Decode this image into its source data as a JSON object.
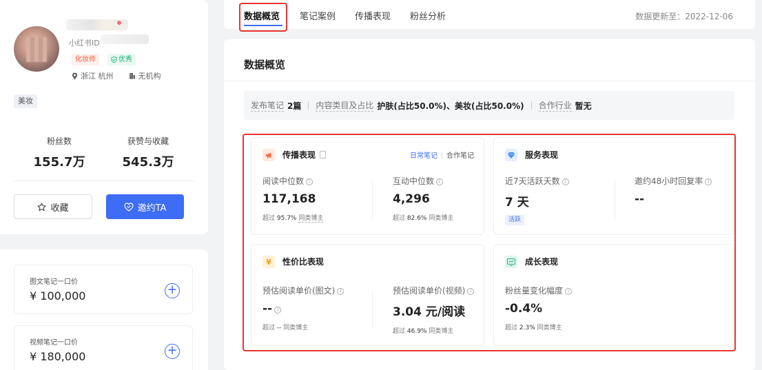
{
  "profile": {
    "platform_id": "小红书ID",
    "tag_role": "化妆师",
    "tag_quality": "优秀",
    "location": "浙江 杭州",
    "organization": "无机构",
    "category": "美妆",
    "stats": [
      {
        "label": "粉丝数",
        "value": "155.7万"
      },
      {
        "label": "获赞与收藏",
        "value": "545.3万"
      }
    ],
    "fav_button": "收藏",
    "invite_button": "邀约TA"
  },
  "prices": [
    {
      "label": "图文笔记一口价",
      "value": "¥ 100,000"
    },
    {
      "label": "视频笔记一口价",
      "value": "¥ 180,000"
    }
  ],
  "tabs": {
    "items": [
      "数据概览",
      "笔记案例",
      "传播表现",
      "粉丝分析"
    ],
    "update_date": "数据更新至：2022-12-06"
  },
  "overview": {
    "title": "数据概览",
    "summary": [
      {
        "key": "发布笔记",
        "value": "2篇"
      },
      {
        "key": "内容类目及占比",
        "value": "护肤(占比50.0%)、美妆(占比50.0%)"
      },
      {
        "key": "合作行业",
        "value": "暂无"
      }
    ]
  },
  "panels": {
    "spread": {
      "title": "传播表现",
      "mode_on": "日常笔记",
      "mode_off": "合作笔记",
      "metrics": [
        {
          "label": "阅读中位数",
          "value": "117,168",
          "prefix": "超过",
          "pct": "95.7%",
          "suffix": "同类博主"
        },
        {
          "label": "互动中位数",
          "value": "4,296",
          "prefix": "超过",
          "pct": "82.6%",
          "suffix": "同类博主"
        }
      ]
    },
    "service": {
      "title": "服务表现",
      "metrics": [
        {
          "label": "近7天活跃天数",
          "value": "7 天",
          "badge": "活跃"
        },
        {
          "label": "邀约48小时回复率",
          "value": "--"
        }
      ]
    },
    "value": {
      "title": "性价比表现",
      "metrics": [
        {
          "label": "预估阅读单价(图文)",
          "value": "--",
          "prefix": "超过",
          "pct": "--",
          "suffix": "同类博主"
        },
        {
          "label": "预估阅读单价(视频)",
          "value": "3.04 元/阅读",
          "prefix": "超过",
          "pct": "46.9%",
          "suffix": "同类博主"
        }
      ]
    },
    "growth": {
      "title": "成长表现",
      "metrics": [
        {
          "label": "粉丝量变化幅度",
          "value": "-0.4%",
          "prefix": "超过",
          "pct": "2.3%",
          "suffix": "同类博主"
        }
      ]
    }
  },
  "icons": {
    "info": "info-icon",
    "location": "location-pin-icon",
    "org": "building-icon",
    "star": "star-outline-icon",
    "heart": "heart-icon",
    "plus": "plus-circle-icon"
  },
  "colors": {
    "accent": "#3d6cf5",
    "highlight_frame": "#e8352e",
    "role_tag": "#ff5a3c",
    "quality_tag": "#17b37a"
  }
}
